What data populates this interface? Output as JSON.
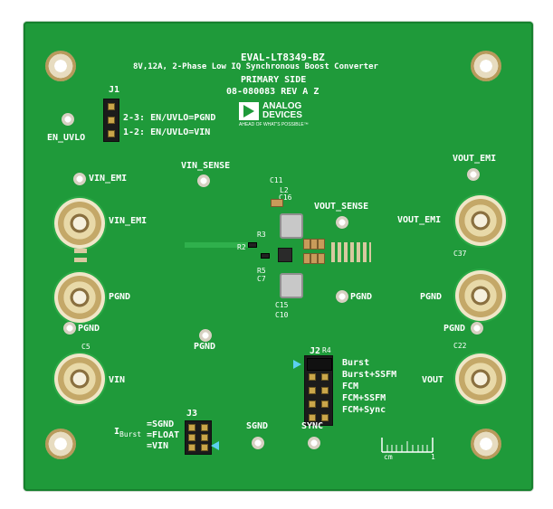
{
  "board": {
    "title": "EVAL-LT8349-BZ",
    "subtitle": "8V,12A, 2-Phase Low IQ Synchronous Boost Converter",
    "side": "PRIMARY SIDE",
    "rev": "08-080083 REV A Z",
    "logo_line1": "ANALOG",
    "logo_line2": "DEVICES",
    "logo_tagline": "AHEAD OF WHAT'S POSSIBLE™",
    "colors": {
      "pcb": "#1f9a3a",
      "silkscreen": "#ffffff",
      "metal": "#c4a868"
    }
  },
  "jumpers": {
    "j1": {
      "label": "J1",
      "opt_a": "2-3: EN/UVLO=PGND",
      "opt_b": "1-2: EN/UVLO=VIN"
    },
    "j2": {
      "label": "J2",
      "opts": [
        "Burst",
        "Burst+SSFM",
        "FCM",
        "FCM+SSFM",
        "FCM+Sync"
      ]
    },
    "j3": {
      "label": "J3",
      "iburst": "I",
      "iburst_sub": "Burst",
      "opt_sgnd": "=SGND",
      "opt_float": "=FLOAT",
      "opt_vin": "=VIN"
    }
  },
  "testpoints": {
    "en_uvlo": "EN_UVLO",
    "vin_emi_tp": "VIN_EMI",
    "vin_sense": "VIN_SENSE",
    "vout_sense": "VOUT_SENSE",
    "vout_emi_tp": "VOUT_EMI",
    "pgnd_center_right": "PGND",
    "pgnd_left": "PGND",
    "pgnd_center_left": "PGND",
    "pgnd_right": "PGND",
    "sgnd": "SGND",
    "sync": "SYNC"
  },
  "posts": {
    "vin_emi": "VIN_EMI",
    "pgnd_left": "PGND",
    "vin": "VIN",
    "vout_emi": "VOUT_EMI",
    "pgnd_right": "PGND",
    "vout": "VOUT"
  },
  "refdes": {
    "c5": "C5",
    "c22": "C22",
    "c37": "C37",
    "c11": "C11",
    "c16": "C16",
    "l2": "L2",
    "c15": "C15",
    "c10": "C10",
    "r4": "R4",
    "r3": "R3",
    "r5": "R5",
    "c7": "C7",
    "r2": "R2"
  },
  "ruler": {
    "unit": "cm",
    "mark": "1"
  }
}
